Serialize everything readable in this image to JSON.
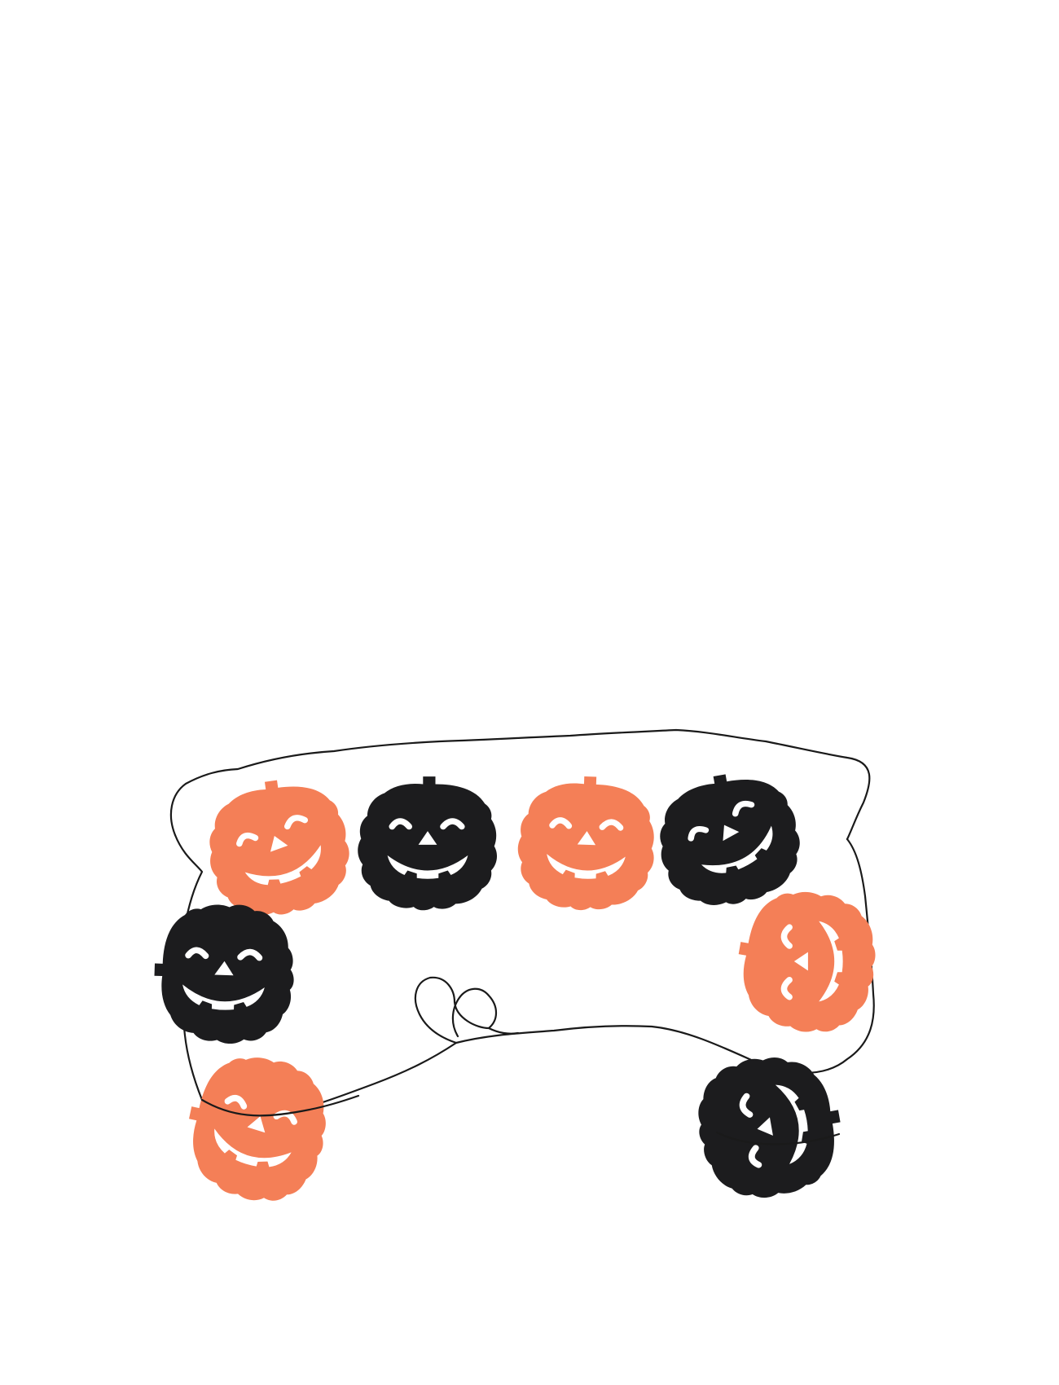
{
  "image": {
    "subject": "pumpkin-garland",
    "background_color": "#ffffff"
  },
  "colors": {
    "orange": "#f47f57",
    "black": "#1c1c1e",
    "string": "#1a1a1a"
  },
  "pumpkins": [
    {
      "id": "top-1",
      "color": "orange"
    },
    {
      "id": "top-2",
      "color": "black"
    },
    {
      "id": "top-3",
      "color": "orange"
    },
    {
      "id": "top-4",
      "color": "black"
    },
    {
      "id": "right-upper",
      "color": "orange"
    },
    {
      "id": "right-lower",
      "color": "black"
    },
    {
      "id": "left-upper",
      "color": "black"
    },
    {
      "id": "left-lower",
      "color": "orange"
    }
  ]
}
